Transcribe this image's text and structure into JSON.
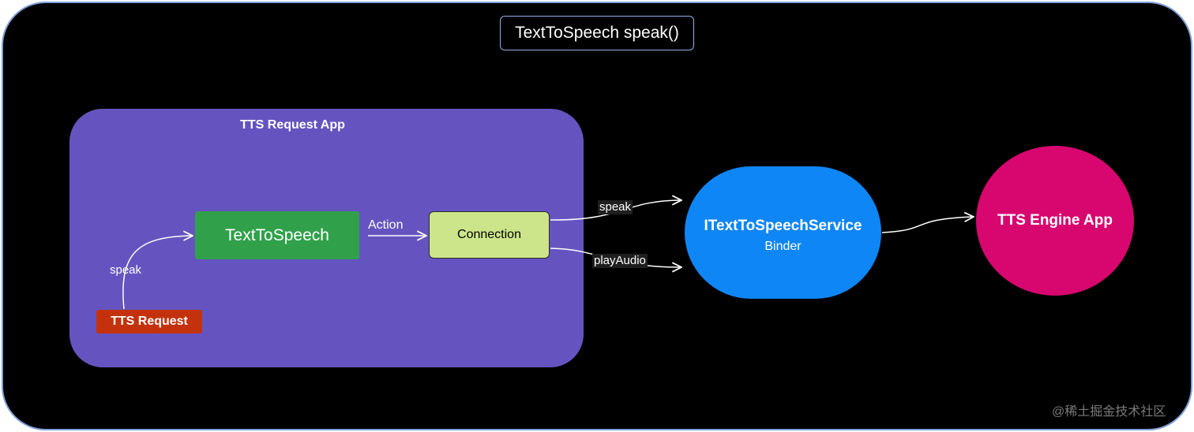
{
  "diagram": {
    "title": "TextToSpeech speak()",
    "group_label": "TTS Request App",
    "nodes": {
      "text_to_speech": "TextToSpeech",
      "connection": "Connection",
      "tts_request": "TTS Request",
      "service_title": "ITextToSpeechService",
      "service_subtitle": "Binder",
      "engine": "TTS Engine App"
    },
    "edges": {
      "request_to_tts": "speak",
      "tts_to_connection": "Action",
      "connection_to_service_speak": "speak",
      "connection_to_service_play": "playAudio"
    },
    "colors": {
      "background": "#000000",
      "group": "#6554bf",
      "text_to_speech": "#30a14a",
      "connection": "#cde58a",
      "tts_request": "#c3320c",
      "service": "#0f86f5",
      "engine": "#d8066f"
    }
  },
  "watermark": "@稀土掘金技术社区"
}
